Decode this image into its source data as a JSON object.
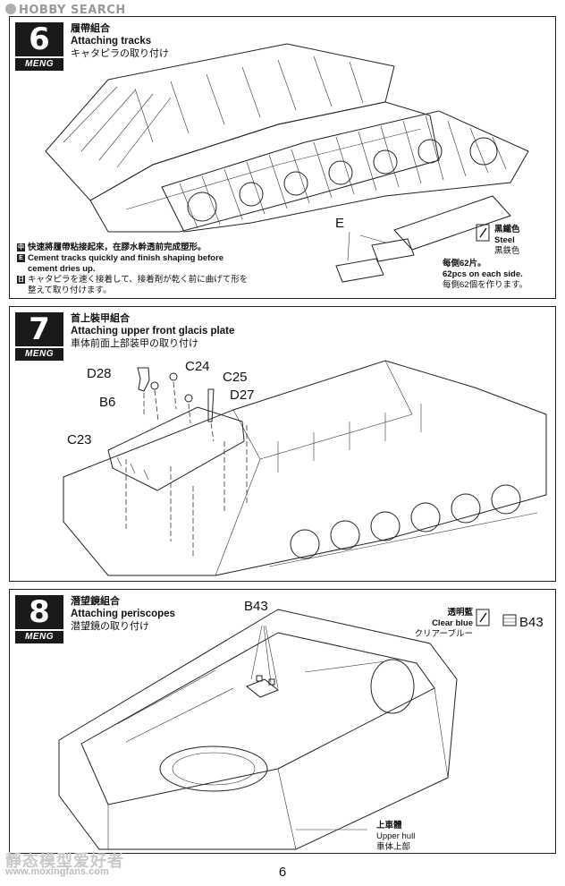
{
  "watermark_top": "HOBBY SEARCH",
  "brand": "MENG",
  "steps": [
    {
      "number": "6",
      "title_zh": "履帶組合",
      "title_en": "Attaching tracks",
      "title_ja": "キャタピラの取り付け",
      "part_label": "E",
      "notes": [
        {
          "flag": "中",
          "text": "快速將履帶粘接起來，在膠水幹透前完成塑形。"
        },
        {
          "flag": "E",
          "text": "Cement tracks quickly and finish shaping before cement dries up."
        },
        {
          "flag": "日",
          "text": "キャタピラを速く接着して、接着剤が乾く前に曲げて形を整えて取り付けます。"
        }
      ],
      "paint": {
        "zh": "黑鐵色",
        "en": "Steel",
        "ja": "黒鉄色"
      },
      "quantity": {
        "zh": "每側62片。",
        "en": "62pcs on each side.",
        "ja": "每側62個を作ります。"
      }
    },
    {
      "number": "7",
      "title_zh": "首上裝甲組合",
      "title_en": "Attaching upper front glacis plate",
      "title_ja": "車体前面上部装甲の取り付け",
      "parts": [
        "D28",
        "C24",
        "C25",
        "B6",
        "D27",
        "C23"
      ]
    },
    {
      "number": "8",
      "title_zh": "潛望鏡組合",
      "title_en": "Attaching periscopes",
      "title_ja": "潜望鏡の取り付け",
      "parts": [
        "B43"
      ],
      "paint": {
        "zh": "透明藍",
        "en": "Clear blue",
        "ja": "クリアーブルー",
        "part": "B43"
      },
      "hull_label": {
        "zh": "上車體",
        "en": "Upper hull",
        "ja": "車体上部"
      }
    }
  ],
  "page_number": "6",
  "watermark_bottom": "靜态模型爱好者",
  "watermark_url": "www.moxingfans.com"
}
